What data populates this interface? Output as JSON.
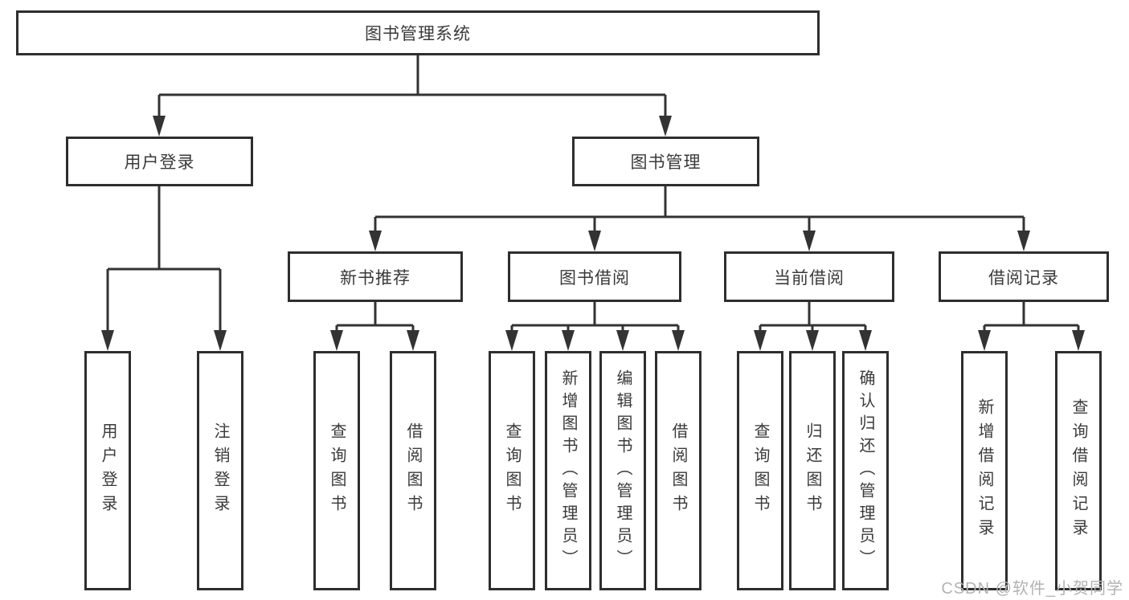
{
  "diagram_title": "图书管理系统",
  "watermark": "CSDN @软件_小贺同学",
  "colors": {
    "line": "#333333",
    "box_border": "#2e2e2e",
    "text": "#3a3a3a",
    "background": "#ffffff",
    "watermark": "#b3b3b3"
  },
  "nodes": {
    "root": "图书管理系统",
    "user_login": "用户登录",
    "book_management": "图书管理",
    "new_book_recommend": "新书推荐",
    "book_borrow": "图书借阅",
    "current_borrow": "当前借阅",
    "borrow_records": "借阅记录",
    "leaf_user_login": "用户登录",
    "leaf_logout": "注销登录",
    "leaf_nb_search": "查询图书",
    "leaf_nb_borrow": "借阅图书",
    "leaf_bb_search": "查询图书",
    "leaf_bb_add": "新增图书（管理员）",
    "leaf_bb_edit": "编辑图书（管理员）",
    "leaf_bb_borrow": "借阅图书",
    "leaf_cb_search": "查询图书",
    "leaf_cb_return": "归还图书",
    "leaf_cb_confirm": "确认归还（管理员）",
    "leaf_br_add": "新增借阅记录",
    "leaf_br_search": "查询借阅记录"
  },
  "hierarchy": {
    "root": "图书管理系统",
    "children": [
      {
        "label": "用户登录",
        "children": [
          "用户登录",
          "注销登录"
        ]
      },
      {
        "label": "图书管理",
        "children": [
          {
            "label": "新书推荐",
            "children": [
              "查询图书",
              "借阅图书"
            ]
          },
          {
            "label": "图书借阅",
            "children": [
              "查询图书",
              "新增图书（管理员）",
              "编辑图书（管理员）",
              "借阅图书"
            ]
          },
          {
            "label": "当前借阅",
            "children": [
              "查询图书",
              "归还图书",
              "确认归还（管理员）"
            ]
          },
          {
            "label": "借阅记录",
            "children": [
              "新增借阅记录",
              "查询借阅记录"
            ]
          }
        ]
      }
    ]
  }
}
